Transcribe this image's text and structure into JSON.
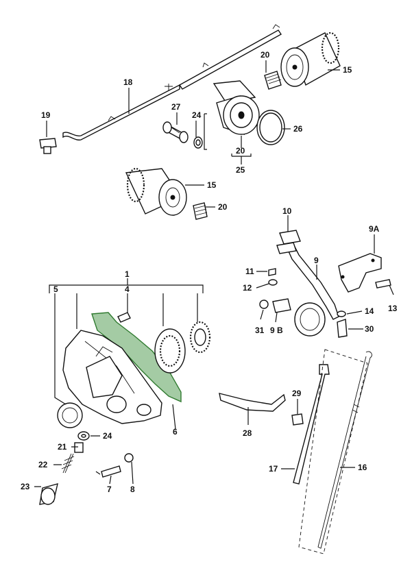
{
  "labels": {
    "p1": "1",
    "p4": "4",
    "p5": "5",
    "p6": "6",
    "p7": "7",
    "p8": "8",
    "p9": "9",
    "p9a": "9A",
    "p9b": "9 B",
    "p10": "10",
    "p11": "11",
    "p12": "12",
    "p13": "13",
    "p14": "14",
    "p15a": "15",
    "p15b": "15",
    "p16": "16",
    "p17": "17",
    "p18": "18",
    "p19": "19",
    "p20a": "20",
    "p20b": "20",
    "p20c": "20",
    "p21": "21",
    "p22": "22",
    "p23": "23",
    "p24a": "24",
    "p24b": "24",
    "p25": "25",
    "p26": "26",
    "p27": "27",
    "p28": "28",
    "p29": "29",
    "p30": "30",
    "p31": "31"
  },
  "colors": {
    "line": "#111111",
    "gasket": "#5aa05a",
    "background": "#ffffff"
  }
}
